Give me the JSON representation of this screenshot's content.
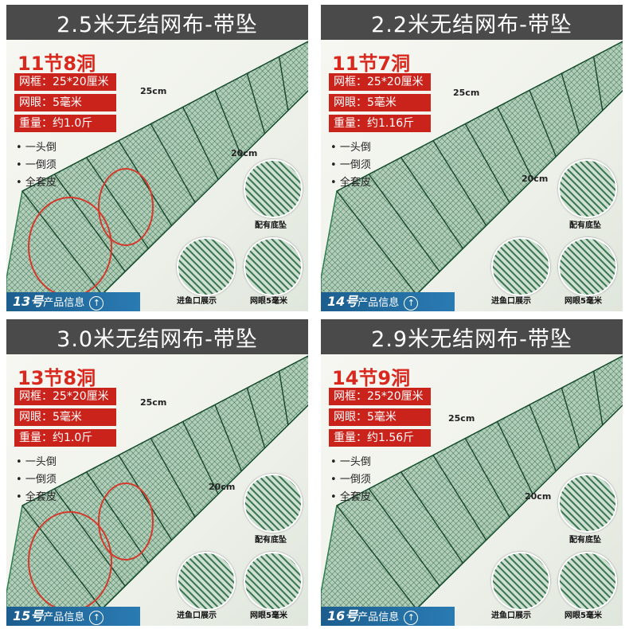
{
  "panels": [
    {
      "header": "2.5米无结网布-带坠",
      "title": "11节8洞",
      "specs": [
        "网框：25*20厘米",
        "网眼：5毫米",
        "重量：约1.0斤"
      ],
      "features": [
        "一头倒",
        "一倒须",
        "全套皮"
      ],
      "dim_width": "25cm",
      "dim_height": "20cm",
      "captions": [
        "配有底坠",
        "进鱼口展示",
        "网眼5毫米"
      ],
      "info_num": "13号",
      "info_text": "产品信息",
      "info_arrow": "↑",
      "ring_color": "#d33a2c"
    },
    {
      "header": "2.2米无结网布-带坠",
      "title": "11节7洞",
      "specs": [
        "网框：25*20厘米",
        "网眼：5毫米",
        "重量：约1.16斤"
      ],
      "features": [
        "一头倒",
        "一倒须",
        "全套皮"
      ],
      "dim_width": "25cm",
      "dim_height": "20cm",
      "captions": [
        "配有底坠",
        "进鱼口展示",
        "网眼5毫米"
      ],
      "info_num": "14号",
      "info_text": "产品信息",
      "info_arrow": "↑",
      "ring_color": ""
    },
    {
      "header": "3.0米无结网布-带坠",
      "title": "13节8洞",
      "specs": [
        "网框：25*20厘米",
        "网眼：5毫米",
        "重量：约1.0斤"
      ],
      "features": [
        "一头倒",
        "一倒须",
        "全套皮"
      ],
      "dim_width": "25cm",
      "dim_height": "20cm",
      "captions": [
        "配有底坠",
        "进鱼口展示",
        "网眼5毫米"
      ],
      "info_num": "15号",
      "info_text": "产品信息",
      "info_arrow": "↑",
      "ring_color": "#d33a2c"
    },
    {
      "header": "2.9米无结网布-带坠",
      "title": "14节9洞",
      "specs": [
        "网框：25*20厘米",
        "网眼：5毫米",
        "重量：约1.56斤"
      ],
      "features": [
        "一头倒",
        "一倒须",
        "全套皮"
      ],
      "dim_width": "25cm",
      "dim_height": "20cm",
      "captions": [
        "配有底坠",
        "进鱼口展示",
        "网眼5毫米"
      ],
      "info_num": "16号",
      "info_text": "产品信息",
      "info_arrow": "↑",
      "ring_color": ""
    }
  ],
  "colors": {
    "header_bg": "#4a4a4a",
    "title_red": "#d9281e",
    "spec_red": "#c9231c",
    "net_green": "#2e7d4f",
    "info_blue": "#1c5e8e"
  }
}
